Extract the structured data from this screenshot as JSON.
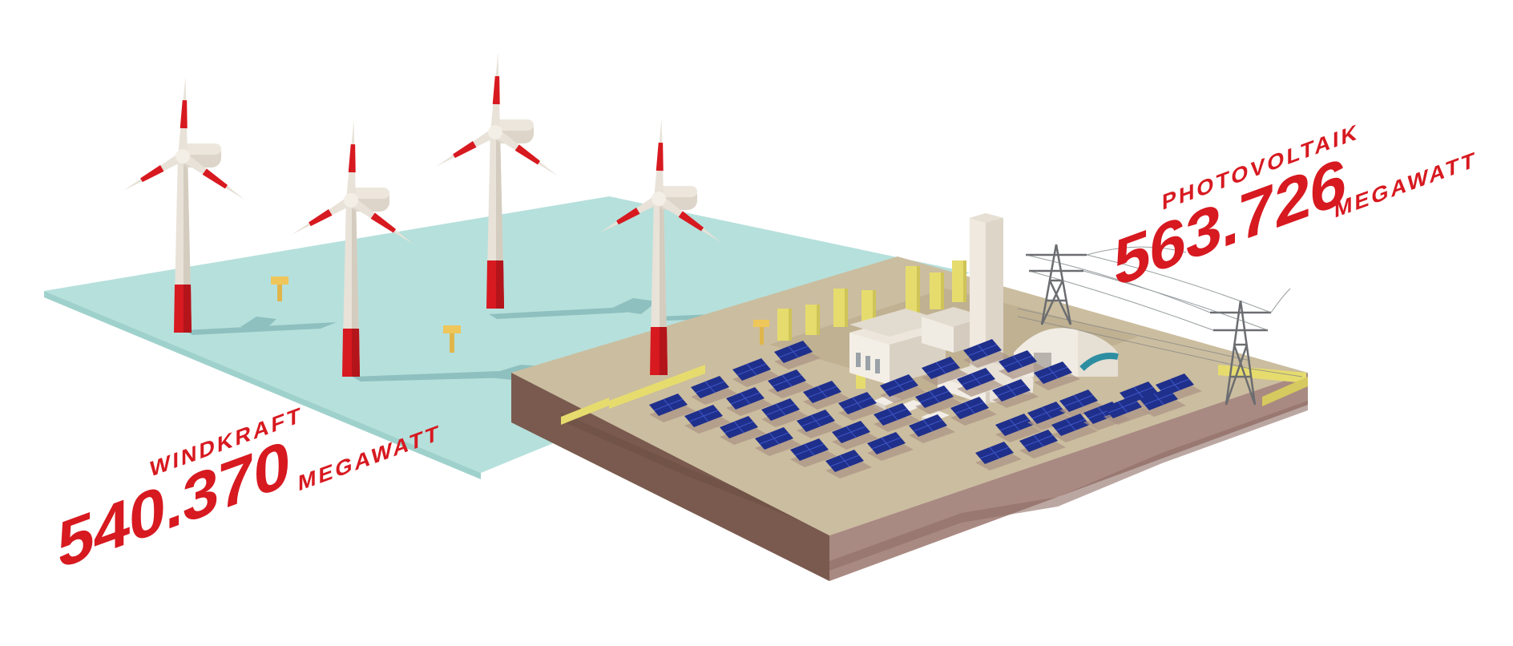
{
  "colors": {
    "accent_red": "#d71920",
    "water": "#b6e0dc",
    "water_edge": "#9fd1cc",
    "ground_top": "#cbbd9f",
    "soil_front": "#a98a82",
    "soil_side": "#7a5a4e",
    "panel": "#1f2f8c",
    "turbine_white": "#e8e2d8",
    "building": "#ece6dc",
    "hedge": "#e6dc6e"
  },
  "icons": {
    "turbine": "wind-turbine-icon",
    "solar": "solar-panel-icon",
    "pylon": "power-pylon-icon",
    "plant": "power-plant-icon"
  },
  "labels": {
    "wind": {
      "category": "WINDKRAFT",
      "value": "540.370",
      "unit": "MEGAWATT"
    },
    "solar": {
      "category": "PHOTOVOLTAIK",
      "value": "563.726",
      "unit": "MEGAWATT"
    }
  }
}
